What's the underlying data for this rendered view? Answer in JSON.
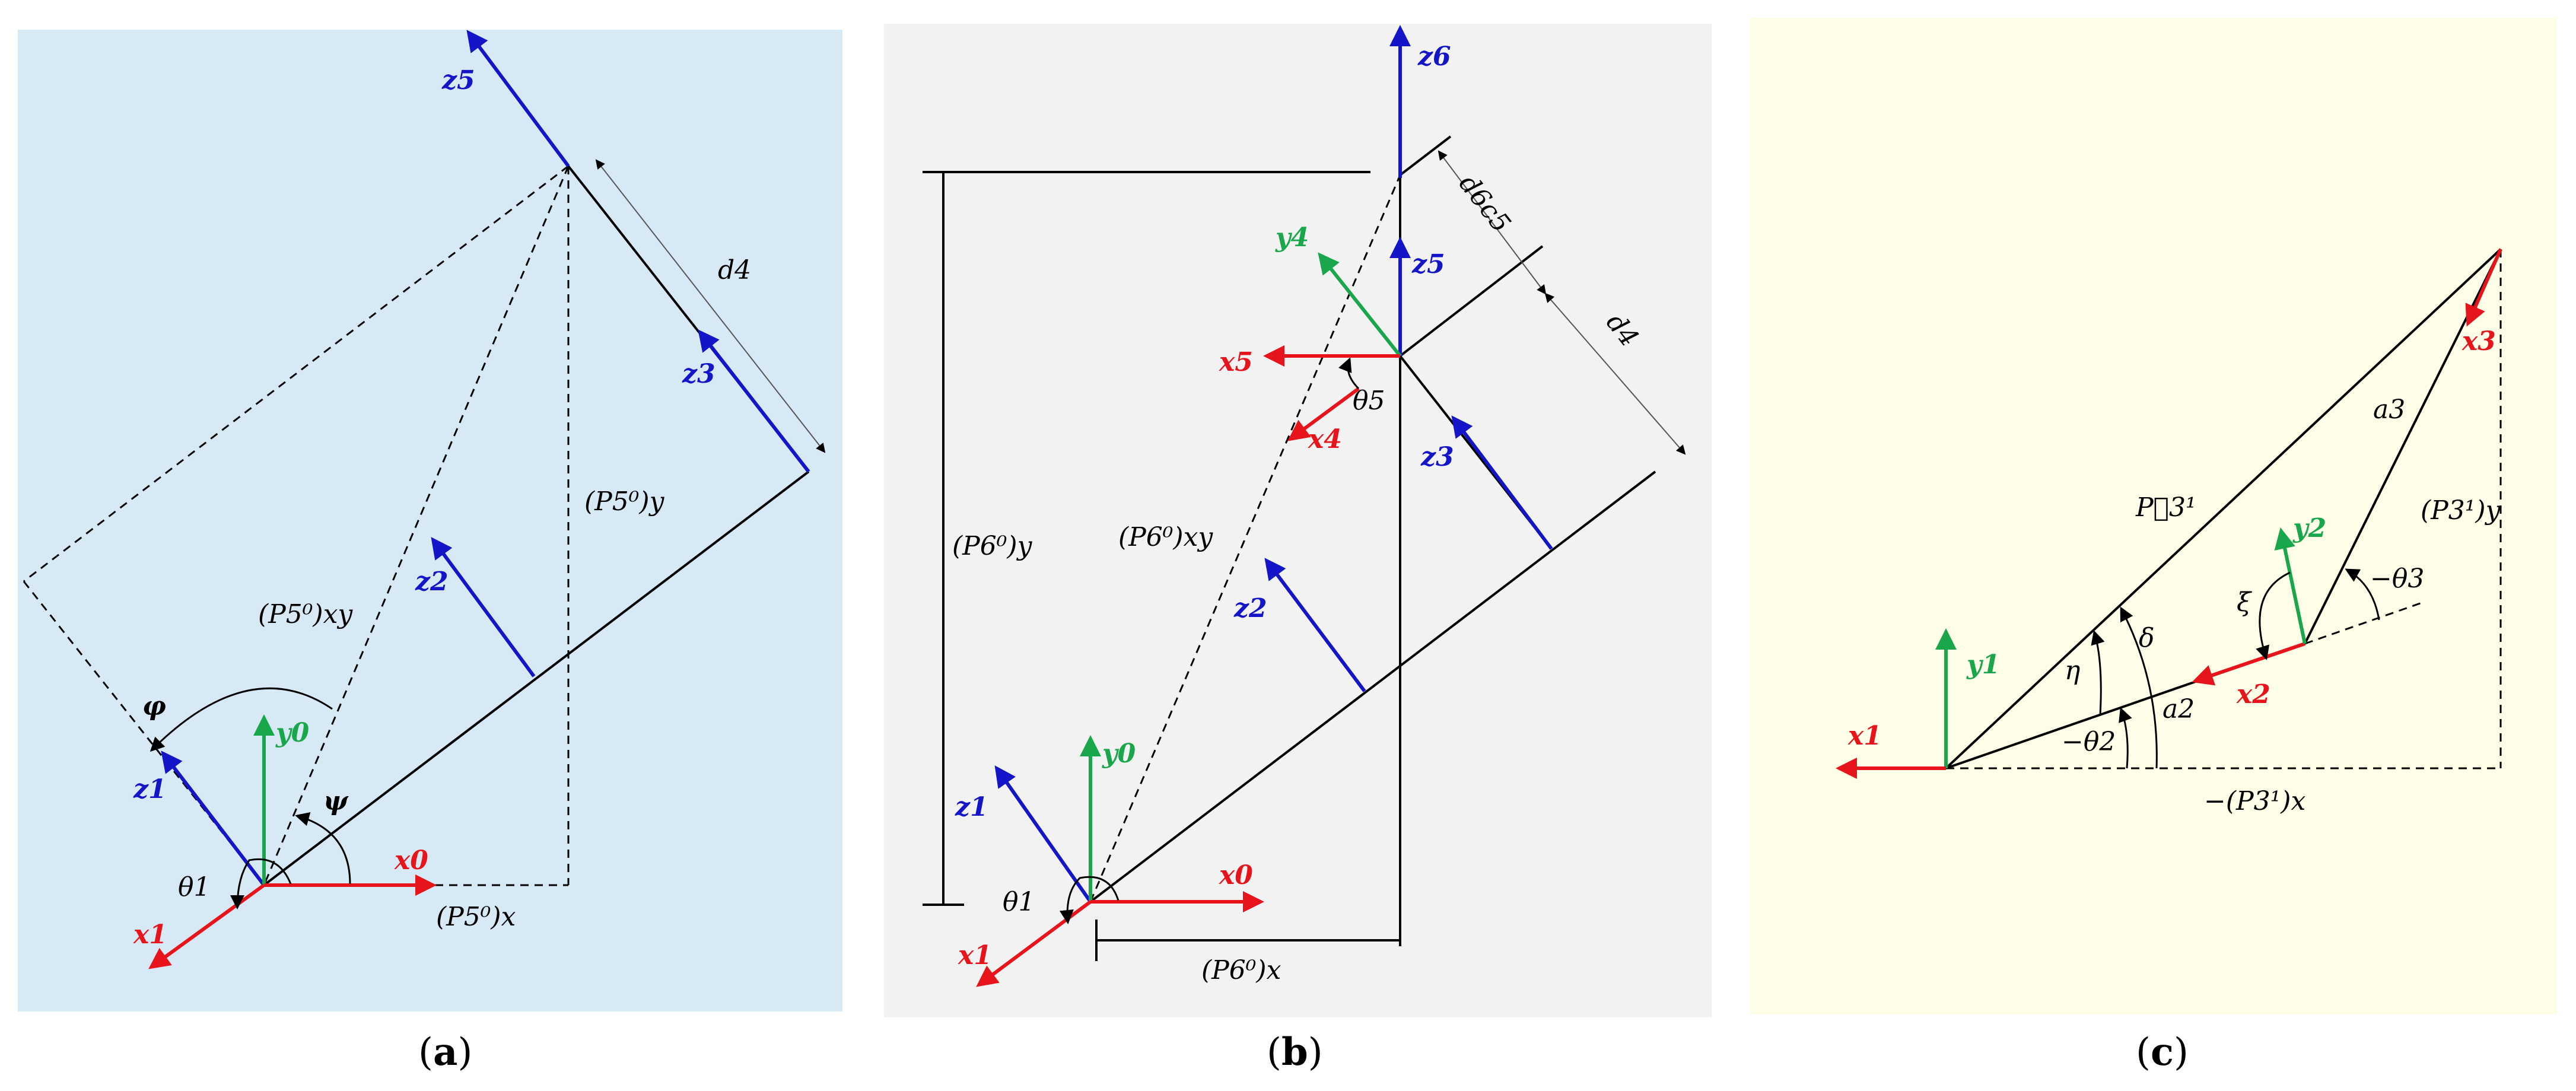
{
  "colors": {
    "panel_a_bg": "#d8e9f6",
    "panel_b_bg": "#f2f2f2",
    "panel_c_bg": "#fdfde8",
    "x_axis": "#e8141c",
    "y_axis": "#1aa64a",
    "z_axis": "#1414c8",
    "line": "#000000"
  },
  "panel_a": {
    "caption_letter": "a",
    "z5": "z5",
    "z3": "z3",
    "z2": "z2",
    "z1": "z1",
    "y0": "y0",
    "x0": "x0",
    "x1": "x1",
    "d4": "d4",
    "p5_y": "(P5⁰)y",
    "p5_xy": "(P5⁰)xy",
    "p5_x": "(P5⁰)x",
    "phi": "φ",
    "psi": "ψ",
    "theta1": "θ1"
  },
  "panel_b": {
    "caption_letter": "b",
    "z6": "z6",
    "z5": "z5",
    "z3": "z3",
    "z2": "z2",
    "z1": "z1",
    "y4": "y4",
    "y0": "y0",
    "x5": "x5",
    "x4": "x4",
    "x0": "x0",
    "x1": "x1",
    "d6c5": "d6c5",
    "d4": "d4",
    "theta5": "θ5",
    "theta1": "θ1",
    "p6_y": "(P6⁰)y",
    "p6_xy": "(P6⁰)xy",
    "p6_x": "(P6⁰)x"
  },
  "panel_c": {
    "caption_letter": "c",
    "x3": "x3",
    "x2": "x2",
    "x1": "x1",
    "y2": "y2",
    "y1": "y1",
    "a3": "a3",
    "a2": "a2",
    "p31": "P⃗3¹",
    "p31_y": "(P3¹)y",
    "p31_x": "−(P3¹)x",
    "xi": "ξ",
    "eta": "η",
    "delta": "δ",
    "neg_theta3": "−θ3",
    "neg_theta2": "−θ2"
  }
}
